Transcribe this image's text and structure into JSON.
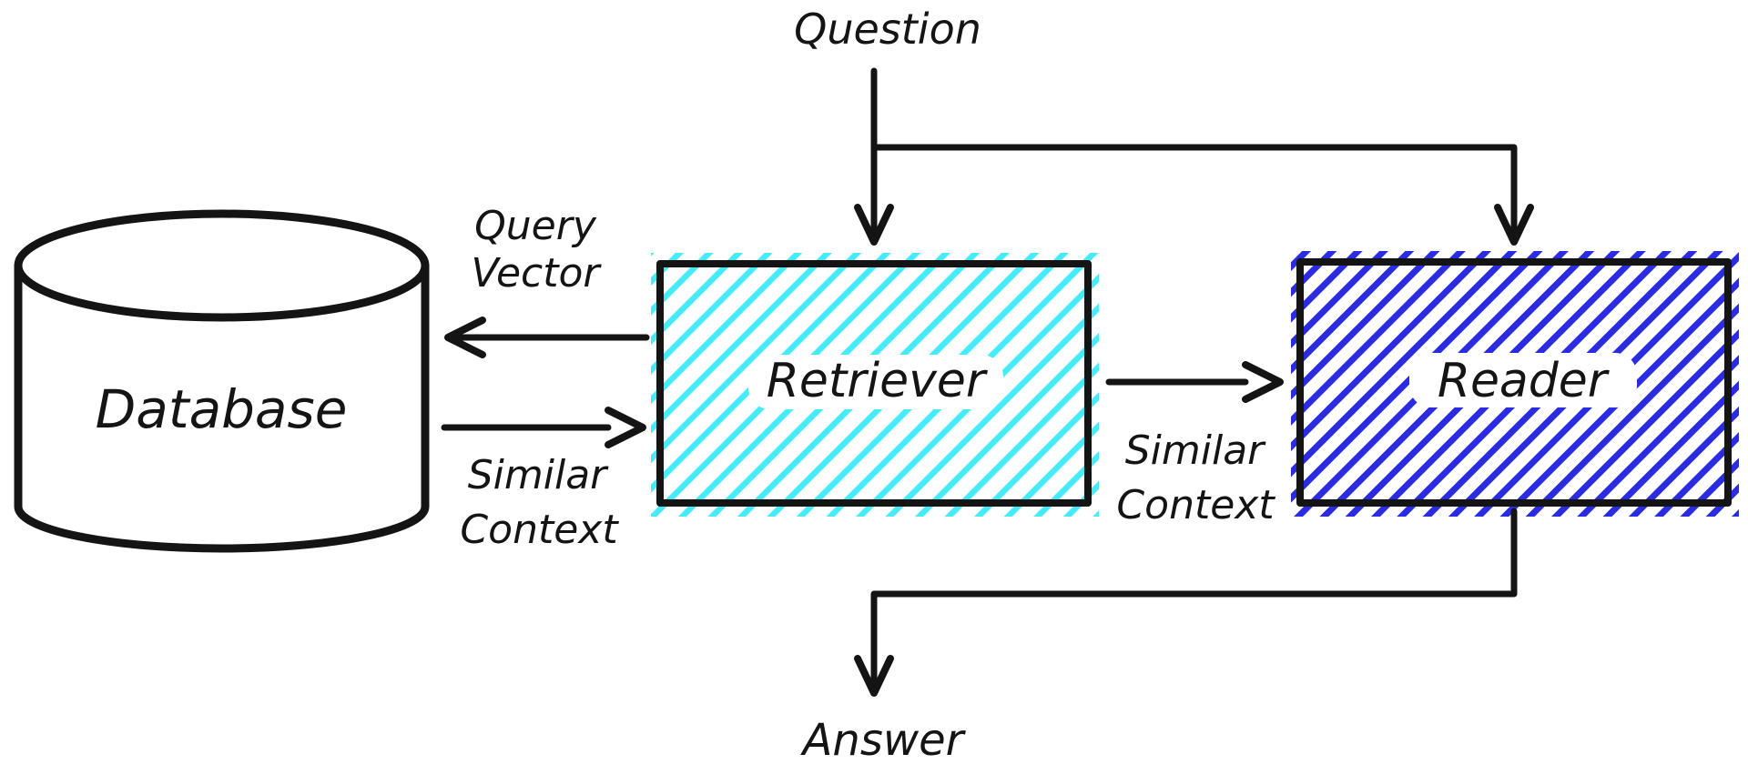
{
  "diagram": {
    "type": "flow-diagram",
    "description": "Hand-drawn retrieval-augmented question answering pipeline",
    "nodes": {
      "database": {
        "label": "Database",
        "shape": "cylinder"
      },
      "retriever": {
        "label": "Retriever",
        "shape": "hatched-rectangle"
      },
      "reader": {
        "label": "Reader",
        "shape": "hatched-rectangle"
      }
    },
    "terminals": {
      "question": "Question",
      "answer": "Answer"
    },
    "edge_labels": {
      "query_vector": {
        "line1": "Query",
        "line2": "Vector"
      },
      "similar_context_left": {
        "line1": "Similar",
        "line2": "Context"
      },
      "similar_context_right": {
        "line1": "Similar",
        "line2": "Context"
      }
    },
    "edges": [
      {
        "from": "Question",
        "to": "Retriever"
      },
      {
        "from": "Question",
        "to": "Reader"
      },
      {
        "from": "Retriever",
        "to": "Database",
        "label": "Query Vector"
      },
      {
        "from": "Database",
        "to": "Retriever",
        "label": "Similar Context"
      },
      {
        "from": "Retriever",
        "to": "Reader",
        "label": "Similar Context"
      },
      {
        "from": "Reader",
        "to": "Answer"
      }
    ],
    "colors": {
      "database_fill": "#5FEEF8",
      "retriever_hatch": "#46EBFA",
      "reader_hatch": "#2B2BE1",
      "ink": "#141414",
      "background": "#FFFFFF"
    }
  }
}
